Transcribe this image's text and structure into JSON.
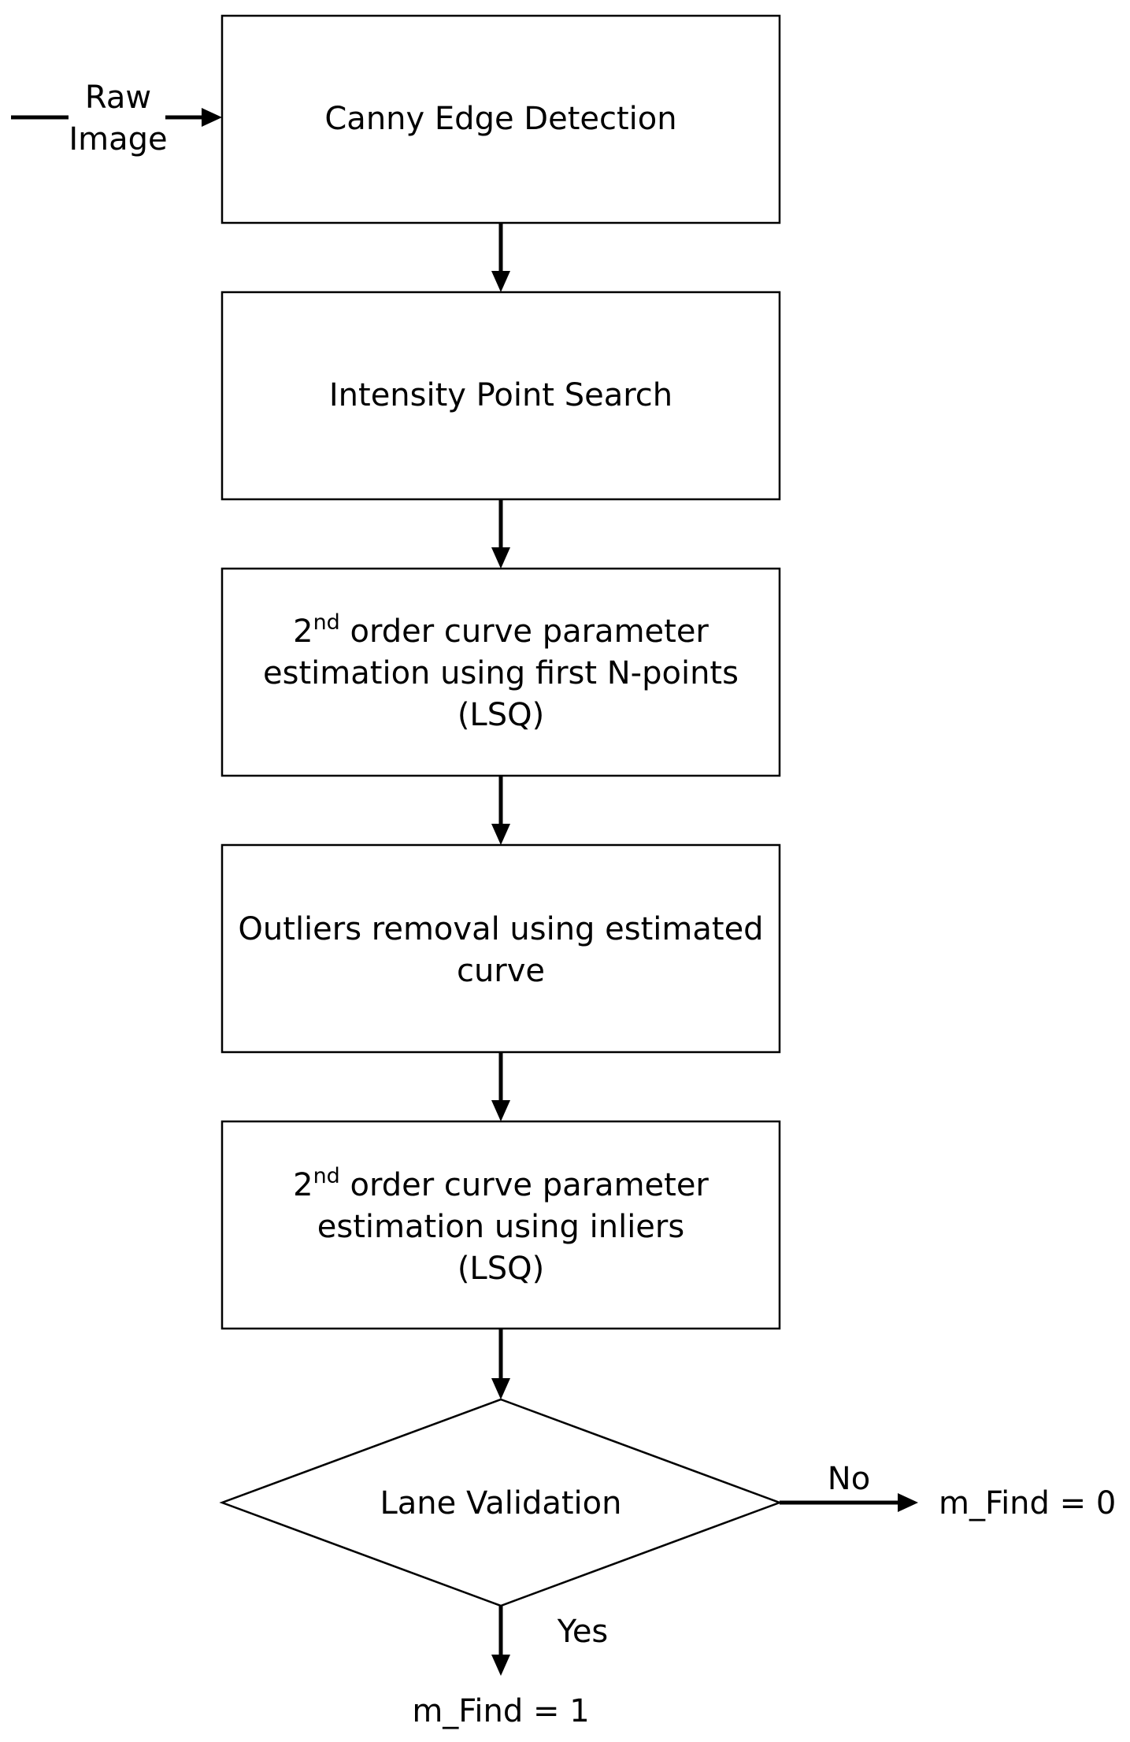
{
  "input": {
    "line1": "Raw",
    "line2": "Image"
  },
  "steps": [
    {
      "lines": [
        "Canny Edge Detection"
      ]
    },
    {
      "lines": [
        "Intensity Point Search"
      ]
    },
    {
      "sup_base": "2",
      "sup": "nd",
      "first_rest": " order curve parameter",
      "lines": [
        "estimation using first N-points",
        "(LSQ)"
      ]
    },
    {
      "lines": [
        "Outliers removal using estimated",
        "curve"
      ]
    },
    {
      "sup_base": "2",
      "sup": "nd",
      "first_rest": " order curve parameter",
      "lines": [
        "estimation using inliers",
        "(LSQ)"
      ]
    }
  ],
  "decision": {
    "label": "Lane Validation",
    "no_label": "No",
    "yes_label": "Yes",
    "no_result": "m_Find = 0",
    "yes_result": "m_Find = 1"
  }
}
